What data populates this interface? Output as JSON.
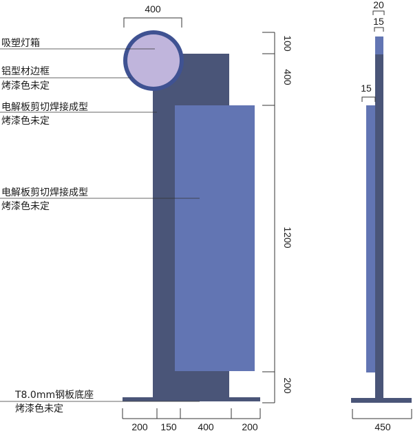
{
  "labels": {
    "lightbox_1": "吸塑灯箱",
    "frame_1": "铝型材边框",
    "frame_2": "烤漆色未定",
    "panel_a_1": "电解板剪切焊接成型",
    "panel_a_2": "烤漆色未定",
    "panel_b_1": "电解板剪切焊接成型",
    "panel_b_2": "烤漆色未定",
    "base_1": "T8.0mm钢板底座",
    "base_2": "烤漆色未定"
  },
  "dimensions": {
    "top_width": "400",
    "right_100": "100",
    "right_400": "400",
    "right_1200": "1200",
    "right_200": "200",
    "bottom_200a": "200",
    "bottom_150": "150",
    "bottom_400": "400",
    "bottom_200b": "200",
    "side_20": "20",
    "side_15a": "15",
    "side_15b": "15",
    "side_450": "450"
  },
  "colors": {
    "post": "#4a5578",
    "panel": "#6275b3",
    "circle_fill": "#c0b5dc",
    "circle_ring": "#3f5292",
    "base": "#4a5578"
  }
}
